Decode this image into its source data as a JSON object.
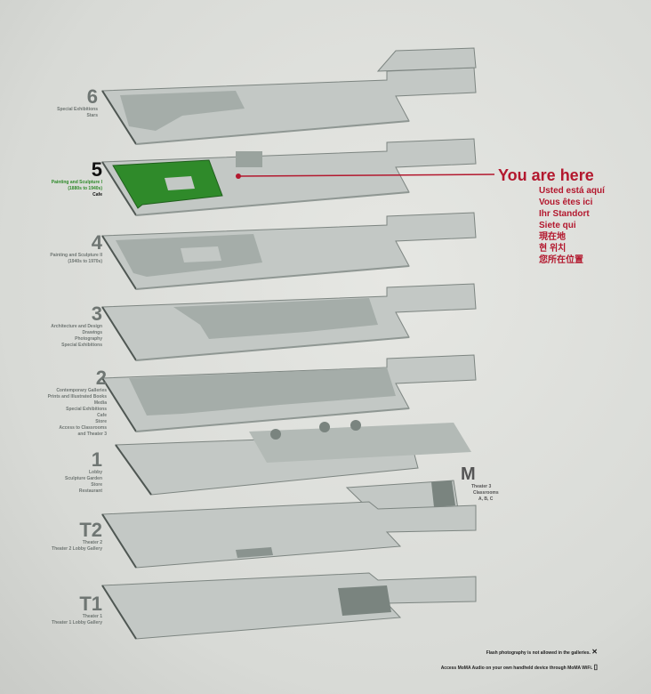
{
  "floors": [
    {
      "number": "6",
      "labels": [
        "Special Exhibitions",
        "Stars"
      ]
    },
    {
      "number": "5",
      "labels": [
        "Painting and Sculpture I",
        "(1880s to 1940s)",
        "Cafe"
      ]
    },
    {
      "number": "4",
      "labels": [
        "Painting and Sculpture II",
        "(1940s to 1970s)"
      ]
    },
    {
      "number": "3",
      "labels": [
        "Architecture and Design",
        "Drawings",
        "Photography",
        "Special Exhibitions"
      ]
    },
    {
      "number": "2",
      "labels": [
        "Contemporary Galleries",
        "Prints and Illustrated Books",
        "Media",
        "Special Exhibitions",
        "Cafe",
        "Store",
        "Access to Classrooms",
        "and Theater 3"
      ]
    },
    {
      "number": "1",
      "labels": [
        "Lobby",
        "Sculpture Garden",
        "Store",
        "Restaurant"
      ]
    },
    {
      "number": "T2",
      "labels": [
        "Theater 2",
        "Theater 2 Lobby Gallery"
      ]
    },
    {
      "number": "T1",
      "labels": [
        "Theater 1",
        "Theater 1 Lobby Gallery"
      ]
    }
  ],
  "mezzanine": {
    "number": "M",
    "labels": [
      "Theater 3",
      "Classrooms",
      "A, B, C"
    ]
  },
  "you_are_here": {
    "title": "You are here",
    "translations": [
      "Usted está aquí",
      "Vous êtes ici",
      "Ihr Standort",
      "Siete qui",
      "現在地",
      "현 위치",
      "您所在位置"
    ]
  },
  "notes": [
    {
      "text": "Flash photography is not allowed in the galleries.",
      "icon": "no-flash-icon"
    },
    {
      "text": "Access MoMA Audio on your own handheld device through MoMA WiFi.",
      "icon": "audio-device-icon"
    }
  ],
  "colors": {
    "here": "#b3182e",
    "current_floor": "#2f8a2a",
    "floor": "#b9bfbb",
    "floor_dark": "#99a29e"
  }
}
